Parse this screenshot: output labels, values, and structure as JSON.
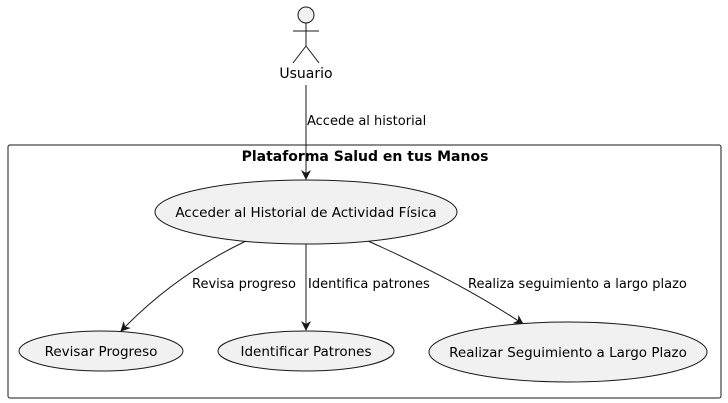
{
  "actor": {
    "name": "Usuario"
  },
  "system": {
    "title": "Plataforma Salud en tus Manos"
  },
  "usecases": {
    "main": "Acceder al Historial de Actividad Física",
    "progress": "Revisar Progreso",
    "patterns": "Identificar Patrones",
    "longterm": "Realizar Seguimiento a Largo Plazo"
  },
  "edges": {
    "actor_to_main": "Accede al historial",
    "main_to_progress": "Revisa progreso",
    "main_to_patterns": "Identifica patrones",
    "main_to_longterm": "Realiza seguimiento a largo plazo"
  },
  "colors": {
    "node_fill": "#f1f1f1",
    "stroke": "#181818",
    "background": "#ffffff"
  }
}
